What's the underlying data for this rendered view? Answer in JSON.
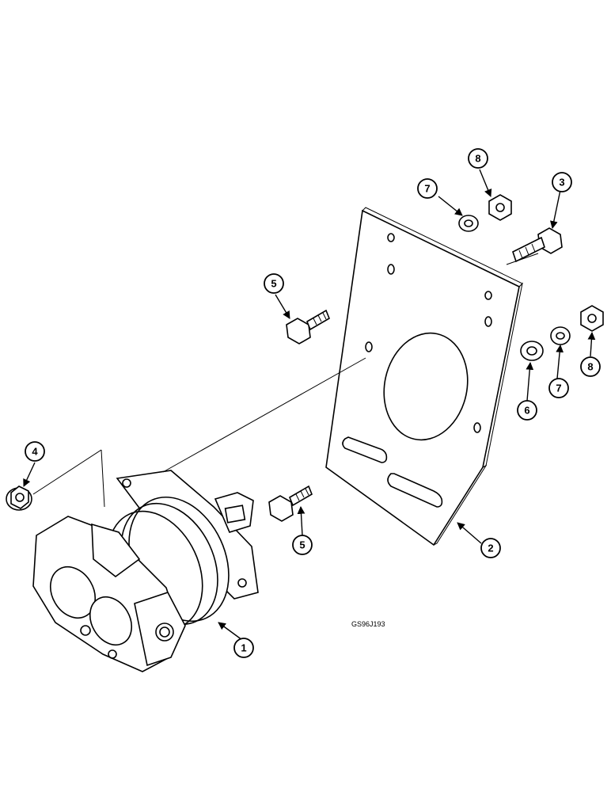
{
  "callouts": {
    "c1": "1",
    "c2": "2",
    "c3": "3",
    "c4": "4",
    "c5a": "5",
    "c5b": "5",
    "c6": "6",
    "c7a": "7",
    "c7b": "7",
    "c8a": "8",
    "c8b": "8"
  },
  "reference_code": "GS96J193"
}
